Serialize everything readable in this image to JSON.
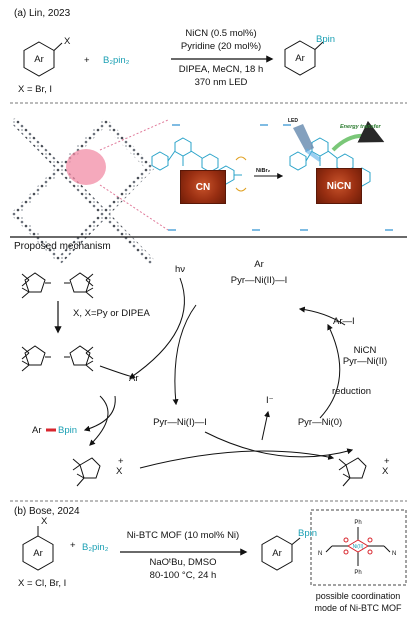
{
  "colors": {
    "teal": "#1a9fb3",
    "red": "#d8262e",
    "gray": "#777777"
  },
  "section_a": {
    "header": "(a) Lin, 2023",
    "reactant_sub": "X",
    "reactant_ring": "Ar",
    "plus": "+",
    "reagent": "B₂pin₂",
    "cond_above_1": "NiCN (0.5 mol%)",
    "cond_above_2": "Pyridine (20 mol%)",
    "cond_below_1": "DIPEA, MeCN, 18 h",
    "cond_below_2": "370 nm LED",
    "product_ring": "Ar",
    "product_sub": "Bpin",
    "scope": "X = Br, I"
  },
  "figure_panel": {
    "cn_label": "CN",
    "nicn_label": "NiCN",
    "arrow_label": "NiBr₂",
    "led_label": "LED",
    "energy_transfer_label": "Energy transfer"
  },
  "mechanism": {
    "title": "Proposed mechanism",
    "b2pin2_lewis_label": "X, X=Py or DIPEA",
    "hv": "hν",
    "ni2_ar_top": "Ar",
    "ni2_complex": "Pyr—Ni(II)—I",
    "ar_i": "Ar—I",
    "nicn_label": "NiCN",
    "pyr_ni2": "Pyr—Ni(II)",
    "reduction": "reduction",
    "ar_radical": "Ar",
    "ni1_complex": "Pyr—Ni(I)—I",
    "iodide": "I⁻",
    "ni0_complex": "Pyr—Ni(0)",
    "ar_bpin_ar": "Ar",
    "ar_bpin_b": "Bpin",
    "boryl_x": "X",
    "charge_plus": "+"
  },
  "section_b": {
    "header": "(b) Bose, 2024",
    "reactant_sub": "X",
    "reactant_ring": "Ar",
    "plus": "+",
    "reagent": "B₂pin₂",
    "cond_above": "Ni-BTC MOF (10 mol% Ni)",
    "cond_below_1": "NaOᵗBu, DMSO",
    "cond_below_2": "80-100 °C, 24 h",
    "product_ring": "Ar",
    "product_sub": "Bpin",
    "scope": "X = Cl, Br, I",
    "inset_ph_top": "Ph",
    "inset_ph_bottom": "Ph",
    "inset_ni": "Ni(II)",
    "inset_n_left": "N",
    "inset_n_right": "N",
    "caption_1": "possible coordination",
    "caption_2": "mode of Ni-BTC MOF"
  }
}
